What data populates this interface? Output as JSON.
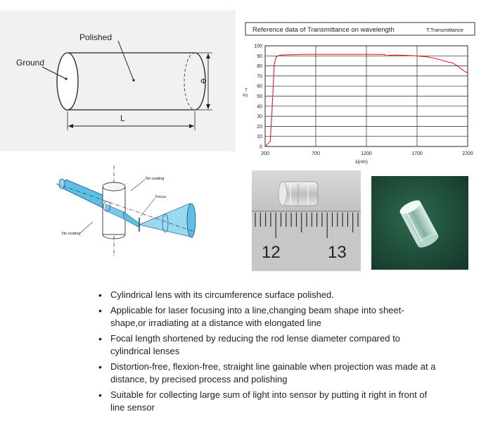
{
  "diagram": {
    "label_polished": "Polished",
    "label_ground": "Ground",
    "label_length": "L",
    "label_diameter": "Φ"
  },
  "chart_data": {
    "type": "line",
    "title": "Reference data of Transmittance on wavelength",
    "legend": "T:Transmittance",
    "xlabel": "λ(nm)",
    "ylabel": "T (%)",
    "xlim": [
      200,
      2200
    ],
    "ylim": [
      0,
      100
    ],
    "x_ticks": [
      200,
      700,
      1200,
      1700,
      2200
    ],
    "y_ticks": [
      0,
      10,
      20,
      30,
      40,
      50,
      60,
      70,
      80,
      90,
      100
    ],
    "grid": true,
    "series": [
      {
        "color": "#e8202a",
        "x": [
          200,
          250,
          270,
          290,
          310,
          340,
          400,
          600,
          900,
          1200,
          1380,
          1400,
          1420,
          1500,
          1650,
          1800,
          1900,
          2000,
          2050,
          2100,
          2150,
          2200
        ],
        "y": [
          0,
          5,
          40,
          82,
          89,
          90.5,
          91,
          91.5,
          91.5,
          91.5,
          91.3,
          89.8,
          90.5,
          90.8,
          90.3,
          89,
          87,
          84,
          83,
          80,
          76,
          73
        ]
      }
    ]
  },
  "beam": {
    "label_no_coating_top": "No coating",
    "label_focus": "Focus",
    "label_no_coating_bottom": "No coating"
  },
  "ruler": {
    "number_left": "12",
    "number_right": "13"
  },
  "bullets": [
    "Cylindrical lens with its circumference surface polished.",
    "Applicable for laser focusing into a line,changing beam shape into sheet-shape,or irradiating at a distance with elongated line",
    "Focal length shortened by reducing the rod lense diameter compared to cylindrical lenses",
    "Distortion-free, flexion-free, straight line gainable when projection was made at a distance, by precised process and polishing",
    "Suitable for collecting large sum of light into sensor by putting it right in front of line sensor"
  ]
}
